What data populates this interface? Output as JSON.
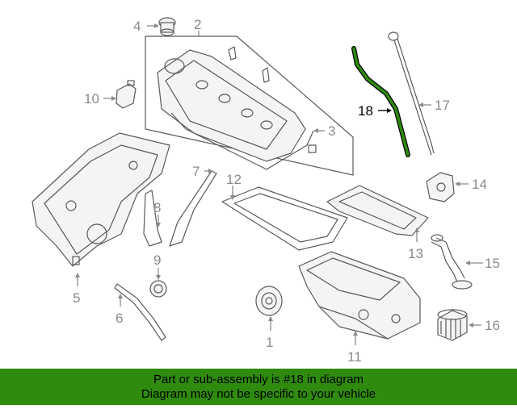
{
  "callouts": {
    "c1": "1",
    "c2": "2",
    "c3": "3",
    "c4": "4",
    "c5": "5",
    "c6": "6",
    "c7": "7",
    "c8": "8",
    "c9": "9",
    "c10": "10",
    "c11": "11",
    "c12": "12",
    "c13": "13",
    "c14": "14",
    "c15": "15",
    "c16": "16",
    "c17": "17",
    "c18": "18"
  },
  "highlight": {
    "part": "18",
    "color": "#2e8b0e"
  },
  "banner": {
    "line1": "Part or sub-assembly is #18 in diagram",
    "line2": "Diagram may not be specific to your vehicle",
    "background": "#2e8b0e"
  }
}
